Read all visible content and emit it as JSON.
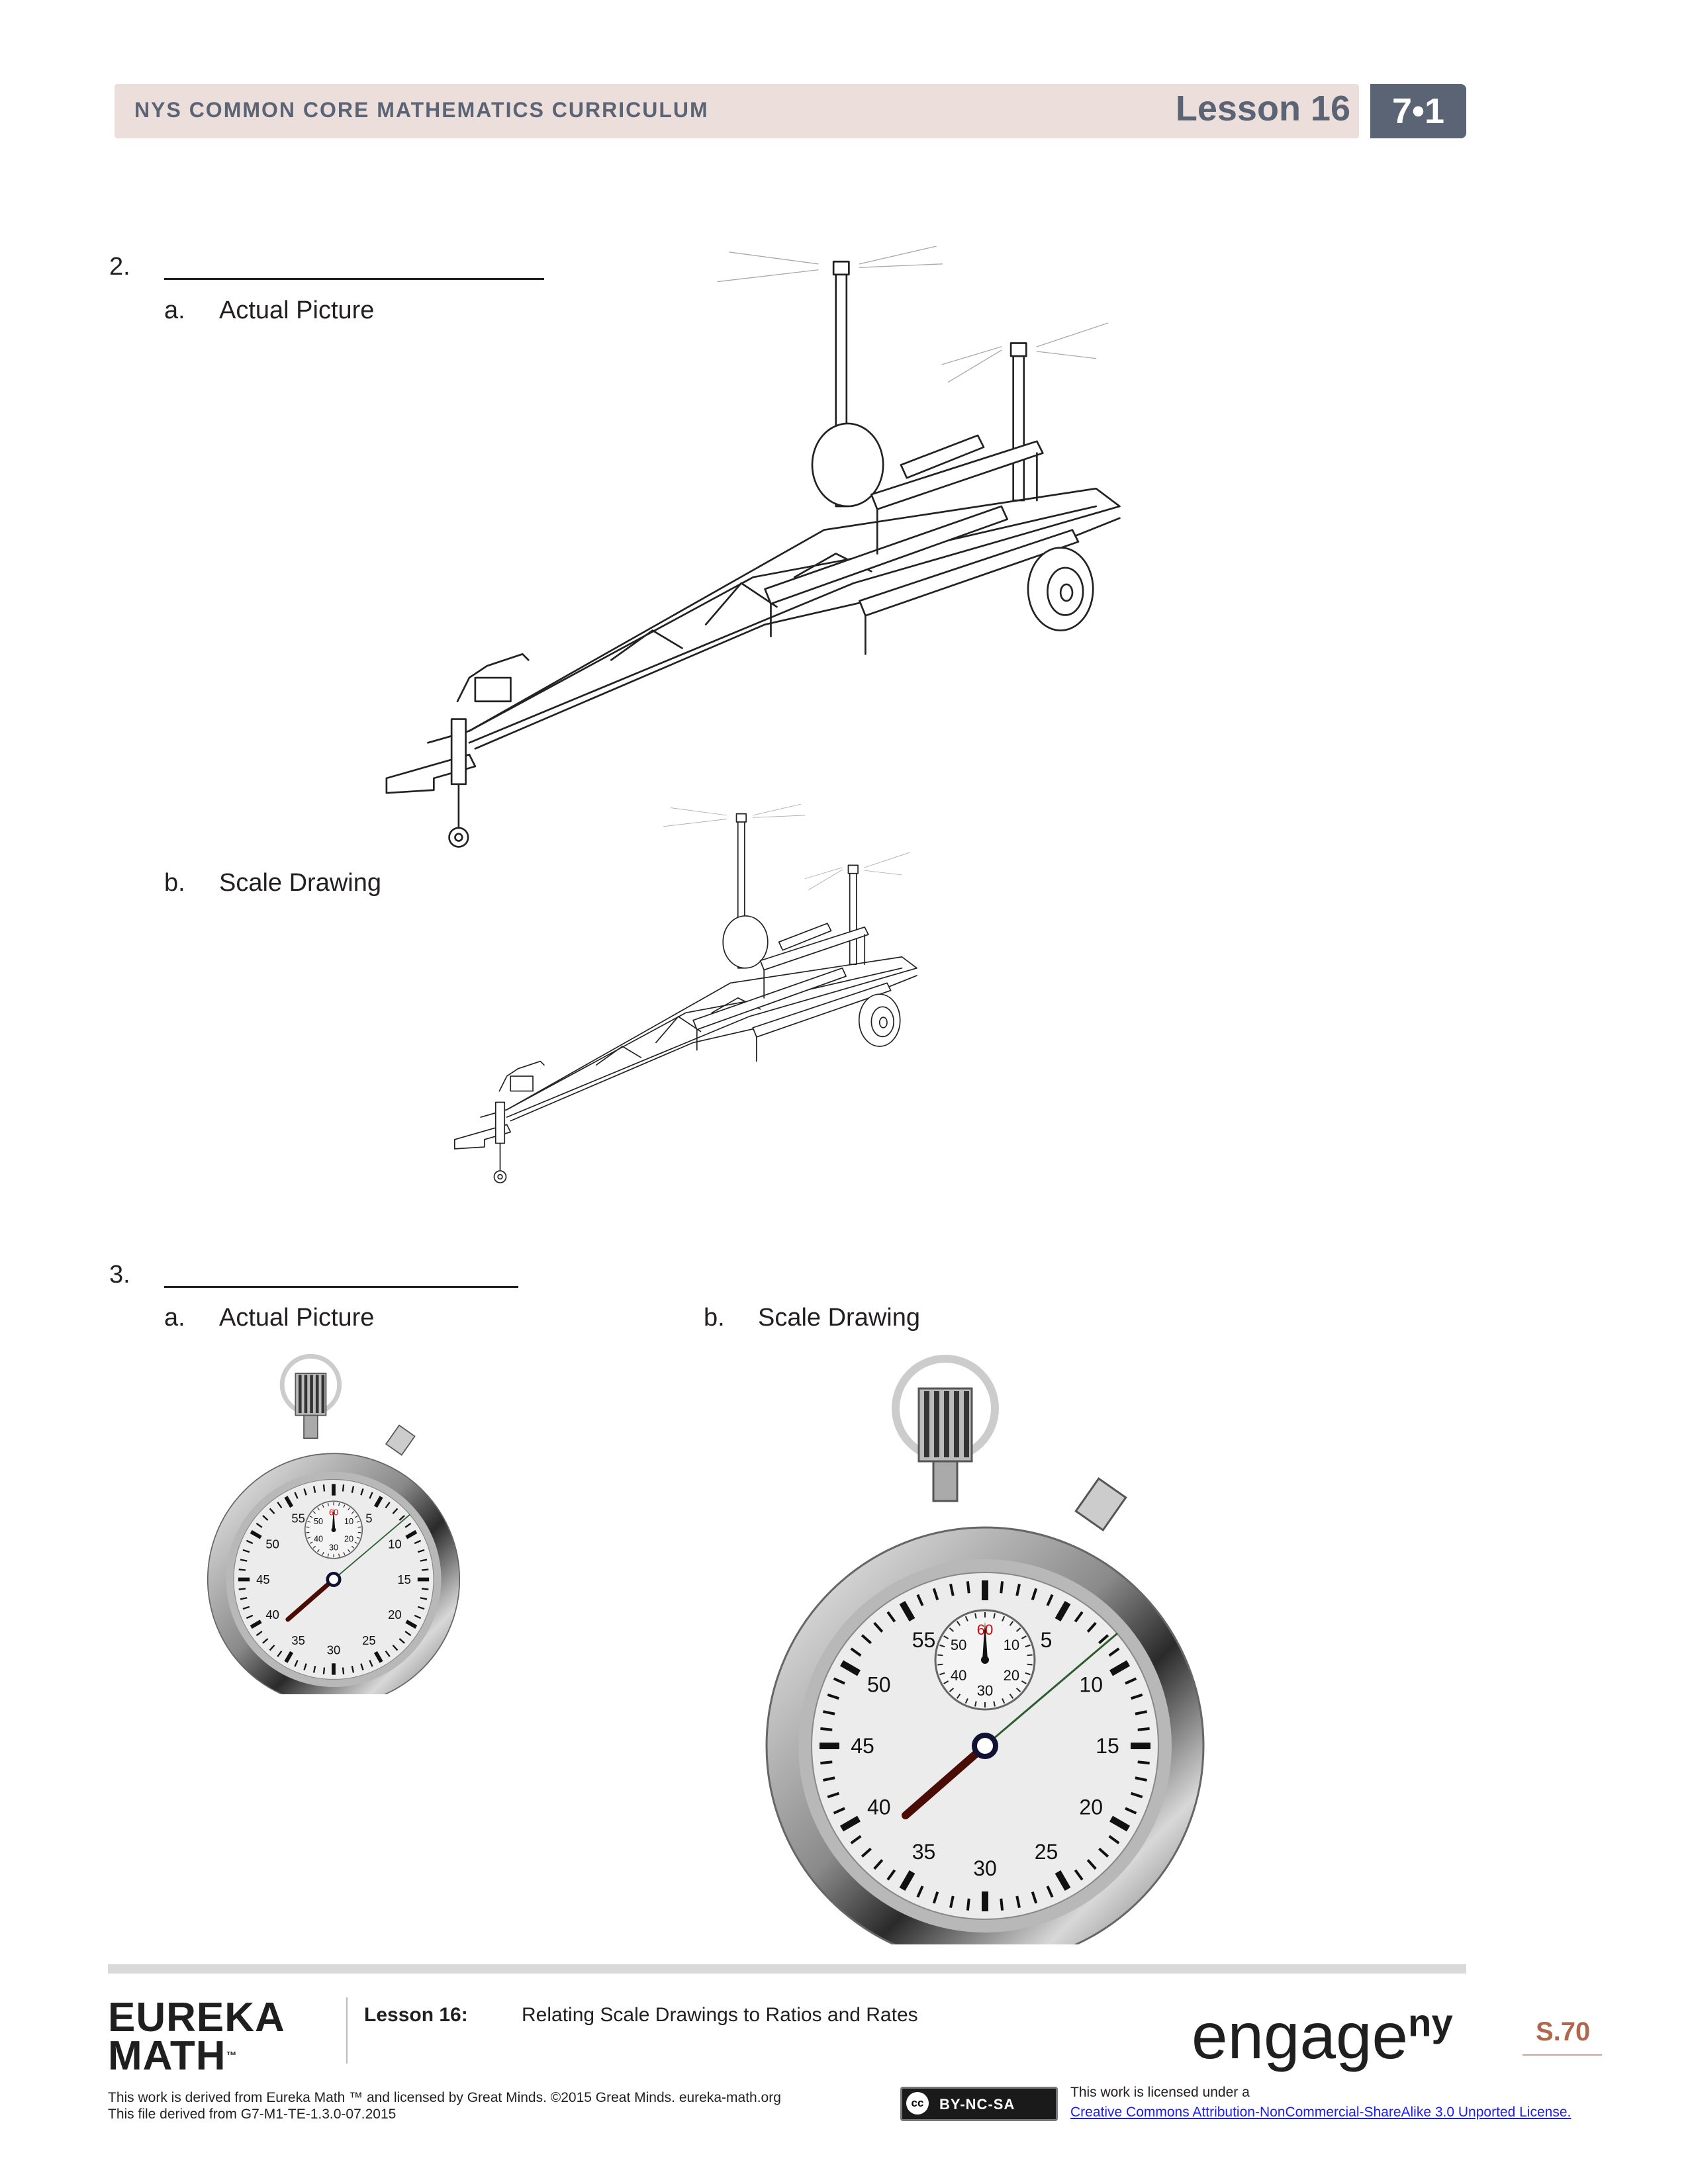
{
  "header": {
    "curriculum": "NYS COMMON CORE MATHEMATICS CURRICULUM",
    "lesson": "Lesson 16",
    "grade_module": "7•1"
  },
  "problem2": {
    "number": "2.",
    "a_letter": "a.",
    "a_label": "Actual Picture",
    "b_letter": "b.",
    "b_label": "Scale Drawing"
  },
  "problem3": {
    "number": "3.",
    "a_letter": "a.",
    "a_label": "Actual Picture",
    "b_letter": "b.",
    "b_label": "Scale Drawing"
  },
  "stopwatch": {
    "minute_dial": [
      "60",
      "5",
      "10",
      "15",
      "20",
      "25",
      "30",
      "35",
      "40",
      "45",
      "50",
      "55"
    ],
    "inner_dial": [
      "60",
      "10",
      "20",
      "30",
      "40",
      "50"
    ]
  },
  "footer": {
    "logo_line1": "EUREKA",
    "logo_line2": "MATH",
    "logo_tm": "™",
    "lesson": "Lesson 16:",
    "title": "Relating Scale Drawings to Ratios and Rates",
    "engage": "engage",
    "engage_sup": "ny",
    "page": "S.70",
    "derived_line1": "This work is derived from Eureka Math ™ and licensed by Great Minds. ©2015 Great Minds. eureka-math.org",
    "derived_line2": "This file derived from G7-M1-TE-1.3.0-07.2015",
    "cc_icon": "cc",
    "cc_badge": "BY-NC-SA",
    "license_line1": "This work is licensed under a",
    "license_link": "Creative Commons Attribution-NonCommercial-ShareAlike 3.0 Unported License."
  }
}
